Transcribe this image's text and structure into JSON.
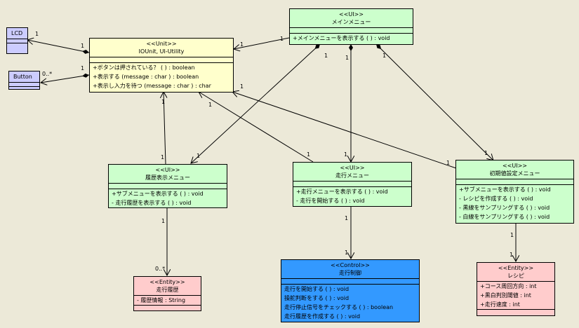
{
  "classes": {
    "main_menu": {
      "stereotype": "<<UI>>",
      "name": "メインメニュー",
      "ops": [
        "+メインメニューを表示する ( ) : void"
      ]
    },
    "iounit": {
      "stereotype": "<<Unit>>",
      "name": "IOUnit, UI-Utility",
      "ops": [
        "+ボタンは押されている？ ( ) : boolean",
        "+表示する (message : char ) : boolean",
        "+表示し入力を待つ (message : char ) : char"
      ]
    },
    "lcd": {
      "name": "LCD"
    },
    "button": {
      "name": "Button"
    },
    "history_menu": {
      "stereotype": "<<UI>>",
      "name": "履歴表示メニュー",
      "ops": [
        "+サブメニューを表示する ( ) : void",
        "- 走行履歴を表示する ( ) : void"
      ]
    },
    "run_menu": {
      "stereotype": "<<UI>>",
      "name": "走行メニュー",
      "ops": [
        "+走行メニューを表示する ( ) : void",
        "- 走行を開始する ( ) : void"
      ]
    },
    "init_menu": {
      "stereotype": "<<UI>>",
      "name": "初期値設定メニュー",
      "ops": [
        "+サブメニューを表示する ( ) : void",
        "- レシピを作成する ( ) : void",
        "- 黒線をサンプリングする ( ) : void",
        "- 白線をサンプリングする ( ) : void"
      ]
    },
    "run_control": {
      "stereotype": "<<Control>>",
      "name": "走行制御",
      "ops": [
        "走行を開始する ( ) : void",
        "操舵判断をする ( ) : void",
        "走行停止信号をチェックする ( ) : boolean",
        "走行履歴を作成する ( ) : void"
      ]
    },
    "run_history": {
      "stereotype": "<<Entity>>",
      "name": "走行履歴",
      "attrs": [
        "- 履歴情報 : String"
      ]
    },
    "recipe": {
      "stereotype": "<<Entity>>",
      "name": "レシピ",
      "attrs": [
        "+コース周回方向 : int",
        "+黒白判別閾値 : int",
        "+走行速度 : int"
      ]
    }
  },
  "multiplicities": {
    "lcd_end": "1",
    "lcd_unit_end": "1",
    "button_end": "0..*",
    "button_unit_end": "1",
    "main_unit_src": "1",
    "main_unit_dst": "1",
    "main_hist": "1",
    "main_run": "1",
    "main_init": "1",
    "hist_end": "1",
    "run_end": "1",
    "init_end": "1",
    "hist_unit_a": "1",
    "hist_unit_b": "1",
    "run_unit_a": "1",
    "run_unit_b": "1",
    "init_unit_a": "1",
    "init_unit_b": "1",
    "hist_entity_a": "1",
    "hist_entity_b": "0..*",
    "run_ctrl_a": "1",
    "run_ctrl_b": "1",
    "init_recipe_a": "1",
    "init_recipe_b": "1"
  },
  "colors": {
    "ui": "#ccffcc",
    "unit": "#ffffcc",
    "device": "#ccccff",
    "entity": "#ffcccc",
    "control": "#3399ff",
    "background": "#ece9d8"
  }
}
